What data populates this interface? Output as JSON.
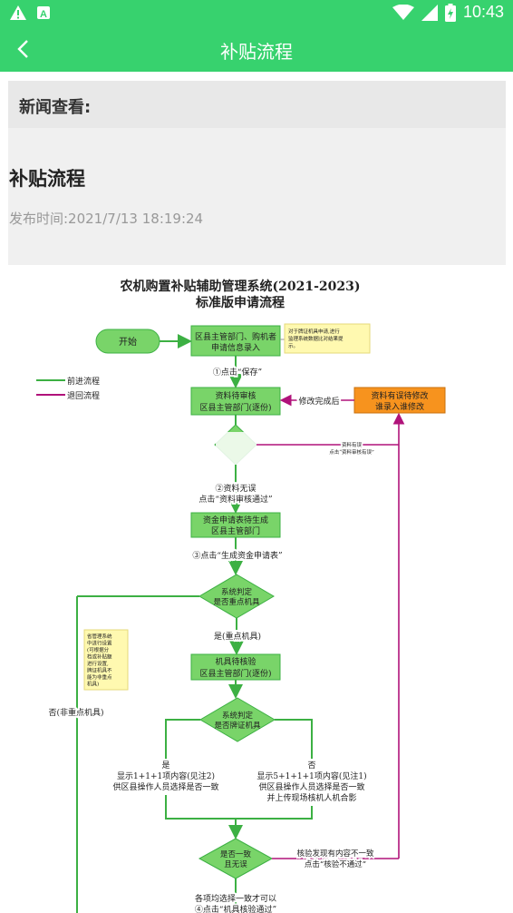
{
  "status_bar": {
    "time": "10:43",
    "icons": [
      "warning-icon",
      "app-a-icon",
      "wifi-icon",
      "signal-icon",
      "battery-icon"
    ]
  },
  "app_bar": {
    "title": "补贴流程",
    "back_icon": "back-arrow-icon"
  },
  "news": {
    "section_label": "新闻查看:",
    "article_title": "补贴流程",
    "published": "发布时间:2021/7/13 18:19:24"
  },
  "flowchart": {
    "title_line1": "农机购置补贴辅助管理系统(2021-2023)",
    "title_line2": "标准版申请流程",
    "start": "开始",
    "box1_l1": "区县主管部门、购机者",
    "box1_l2": "申请信息录入",
    "note1_l1": "对于牌证机具申请,进行",
    "note1_l2": "监理系统数据比对结果提",
    "note1_l3": "示。",
    "legend_forward": "前进流程",
    "legend_return": "退回流程",
    "step1": "①点击“保存”",
    "box2_l1": "资料待审核",
    "box2_l2": "区县主管部门(逐份)",
    "after_fix": "修改完成后",
    "orange_l1": "资料有误待修改",
    "orange_l2": "谁录入谁修改",
    "error_l1": "资料有误",
    "error_l2": "点击“资料审核有误”",
    "step2_l1": "②资料无误",
    "step2_l2": "点击“资料审核通过”",
    "box3_l1": "资金申请表待生成",
    "box3_l2": "区县主管部门",
    "step3": "③点击“生成资金申请表”",
    "diamond1_l1": "系统判定",
    "diamond1_l2": "是否重点机具",
    "yes_key": "是(重点机具)",
    "note2": [
      "省管理系统",
      "中进行设置",
      "(可根据分",
      "档或补贴额",
      "进行设置,",
      "牌证机具不",
      "能为非重点",
      "机具)"
    ],
    "no_key": "否(非重点机具)",
    "box4_l1": "机具待核验",
    "box4_l2": "区县主管部门(逐份)",
    "diamond2_l1": "系统判定",
    "diamond2_l2": "是否牌证机具",
    "yes_label": "是",
    "yes_l1": "显示1+1+1项内容(见注2)",
    "yes_l2": "供区县操作人员选择是否一致",
    "no_label": "否",
    "no_l1": "显示5+1+1+1项内容(见注1)",
    "no_l2": "供区县操作人员选择是否一致",
    "no_l3": "并上传现场核机人机合影",
    "diamond3_l1": "是否一致",
    "diamond3_l2": "且无误",
    "mismatch_l1": "核验发现有内容不一致",
    "mismatch_l2": "点击“核验不通过”",
    "bottom_l1": "各项均选择一致才可以",
    "bottom_l2": "④点击“机具核验通过”"
  },
  "colors": {
    "accent": "#37d26e",
    "flow_green": "#3cb043",
    "box_green": "#79d469",
    "return_magenta": "#b0127a",
    "orange": "#f7931e",
    "note_yellow": "#fff9b0"
  }
}
